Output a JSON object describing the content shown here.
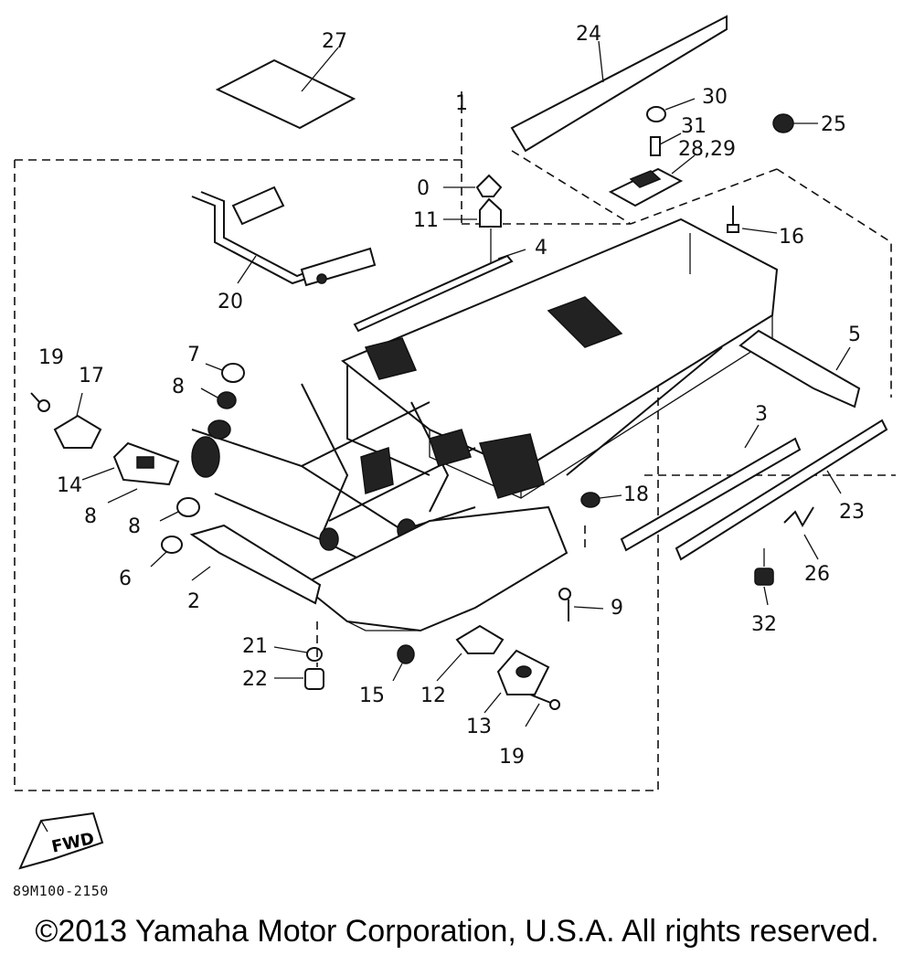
{
  "callouts": {
    "c1": "1",
    "c2": "2",
    "c3": "3",
    "c4": "4",
    "c5": "5",
    "c6": "6",
    "c7": "7",
    "c8a": "8",
    "c8b": "8",
    "c8c": "8",
    "c9": "9",
    "c10": "0",
    "c11": "11",
    "c12": "12",
    "c13": "13",
    "c14": "14",
    "c15": "15",
    "c16": "16",
    "c17": "17",
    "c18": "18",
    "c19a": "19",
    "c19b": "19",
    "c20": "20",
    "c21": "21",
    "c22": "22",
    "c23": "23",
    "c24": "24",
    "c25": "25",
    "c26": "26",
    "c27": "27",
    "c28_29": "28,29",
    "c30": "30",
    "c31": "31",
    "c32": "32"
  },
  "fwd_label": "FWD",
  "part_code": "89M100-2150",
  "copyright": "©2013 Yamaha Motor Corporation, U.S.A. All rights reserved.",
  "colors": {
    "ink": "#111111",
    "background": "#ffffff"
  }
}
